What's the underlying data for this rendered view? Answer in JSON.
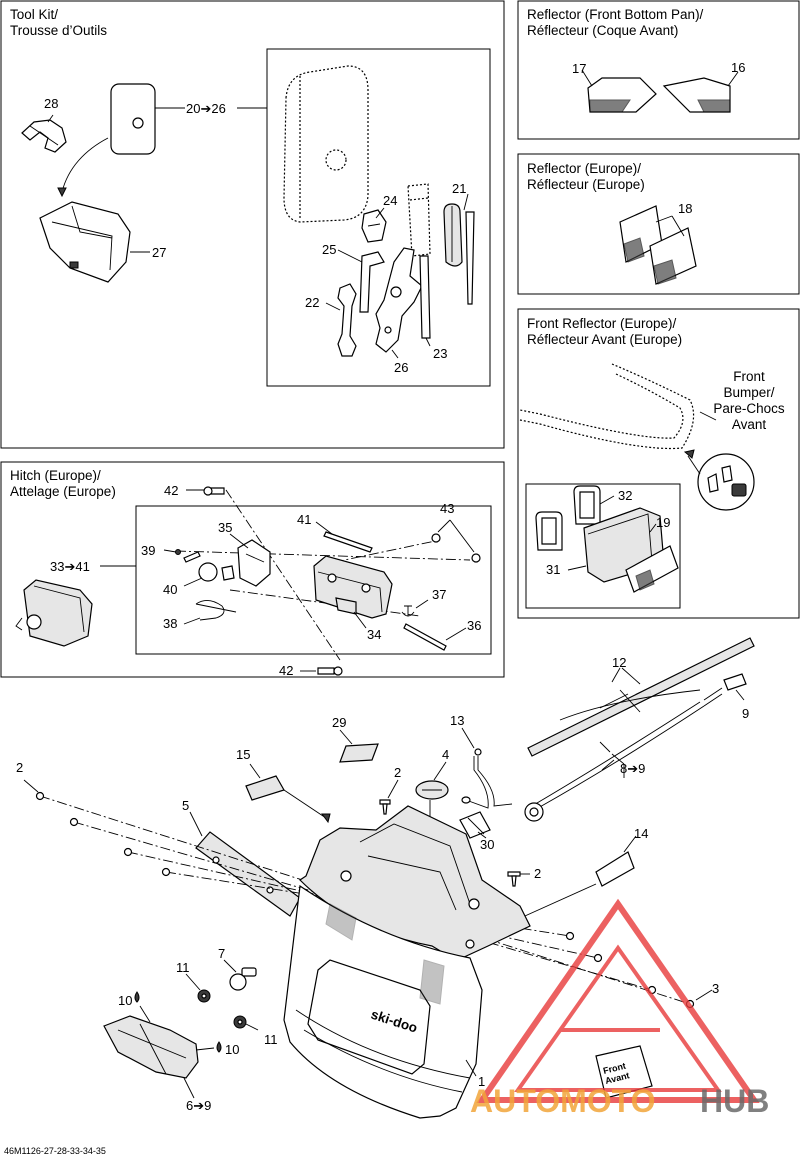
{
  "panels": {
    "tool_kit": {
      "title1": "Tool Kit/",
      "title2": "Trousse d’Outils"
    },
    "reflector_front_bottom": {
      "title1": "Reflector (Front Bottom Pan)/",
      "title2": "Réflecteur (Coque Avant)"
    },
    "reflector_europe": {
      "title1": "Reflector (Europe)/",
      "title2": "Réflecteur (Europe)"
    },
    "front_reflector_europe": {
      "title1": "Front Reflector (Europe)/",
      "title2": "Réflecteur Avant (Europe)",
      "bumper1": "Front",
      "bumper2": "Bumper/",
      "bumper3": "Pare-Chocs",
      "bumper4": "Avant"
    },
    "hitch_europe": {
      "title1": "Hitch (Europe)/",
      "title2": "Attelage (Europe)"
    }
  },
  "labels": {
    "p28": "28",
    "p20_26": "20➔26",
    "p27": "27",
    "p24": "24",
    "p21": "21",
    "p25": "25",
    "p22": "22",
    "p23": "23",
    "p26": "26",
    "p17": "17",
    "p16": "16",
    "p18": "18",
    "p32": "32",
    "p19": "19",
    "p31": "31",
    "p42a": "42",
    "p41": "41",
    "p43": "43",
    "p35": "35",
    "p39": "39",
    "p33_41": "33➔41",
    "p40": "40",
    "p37": "37",
    "p38": "38",
    "p36": "36",
    "p34": "34",
    "p42b": "42",
    "p12": "12",
    "p9": "9",
    "p13": "13",
    "p29": "29",
    "p4": "4",
    "p2a": "2",
    "p15": "15",
    "p2b": "2",
    "p8_9": "8➔9",
    "p5": "5",
    "p30": "30",
    "p14": "14",
    "p2c": "2",
    "p7": "7",
    "p3": "3",
    "p11a": "11",
    "p10a": "10",
    "p10b": "10",
    "p11b": "11",
    "p1": "1",
    "p6_9": "6➔9"
  },
  "brand_text": "ski-doo",
  "sticker_text1": "Front",
  "sticker_text2": "Avant",
  "watermark": {
    "part1": "AUTOMOTO",
    "part2": "HUB",
    "color_orange": "#f2a53a",
    "color_red": "#e83a3a",
    "color_gray": "#6a6a6a"
  },
  "footer_code": "46M1126-27-28-33-34-35"
}
